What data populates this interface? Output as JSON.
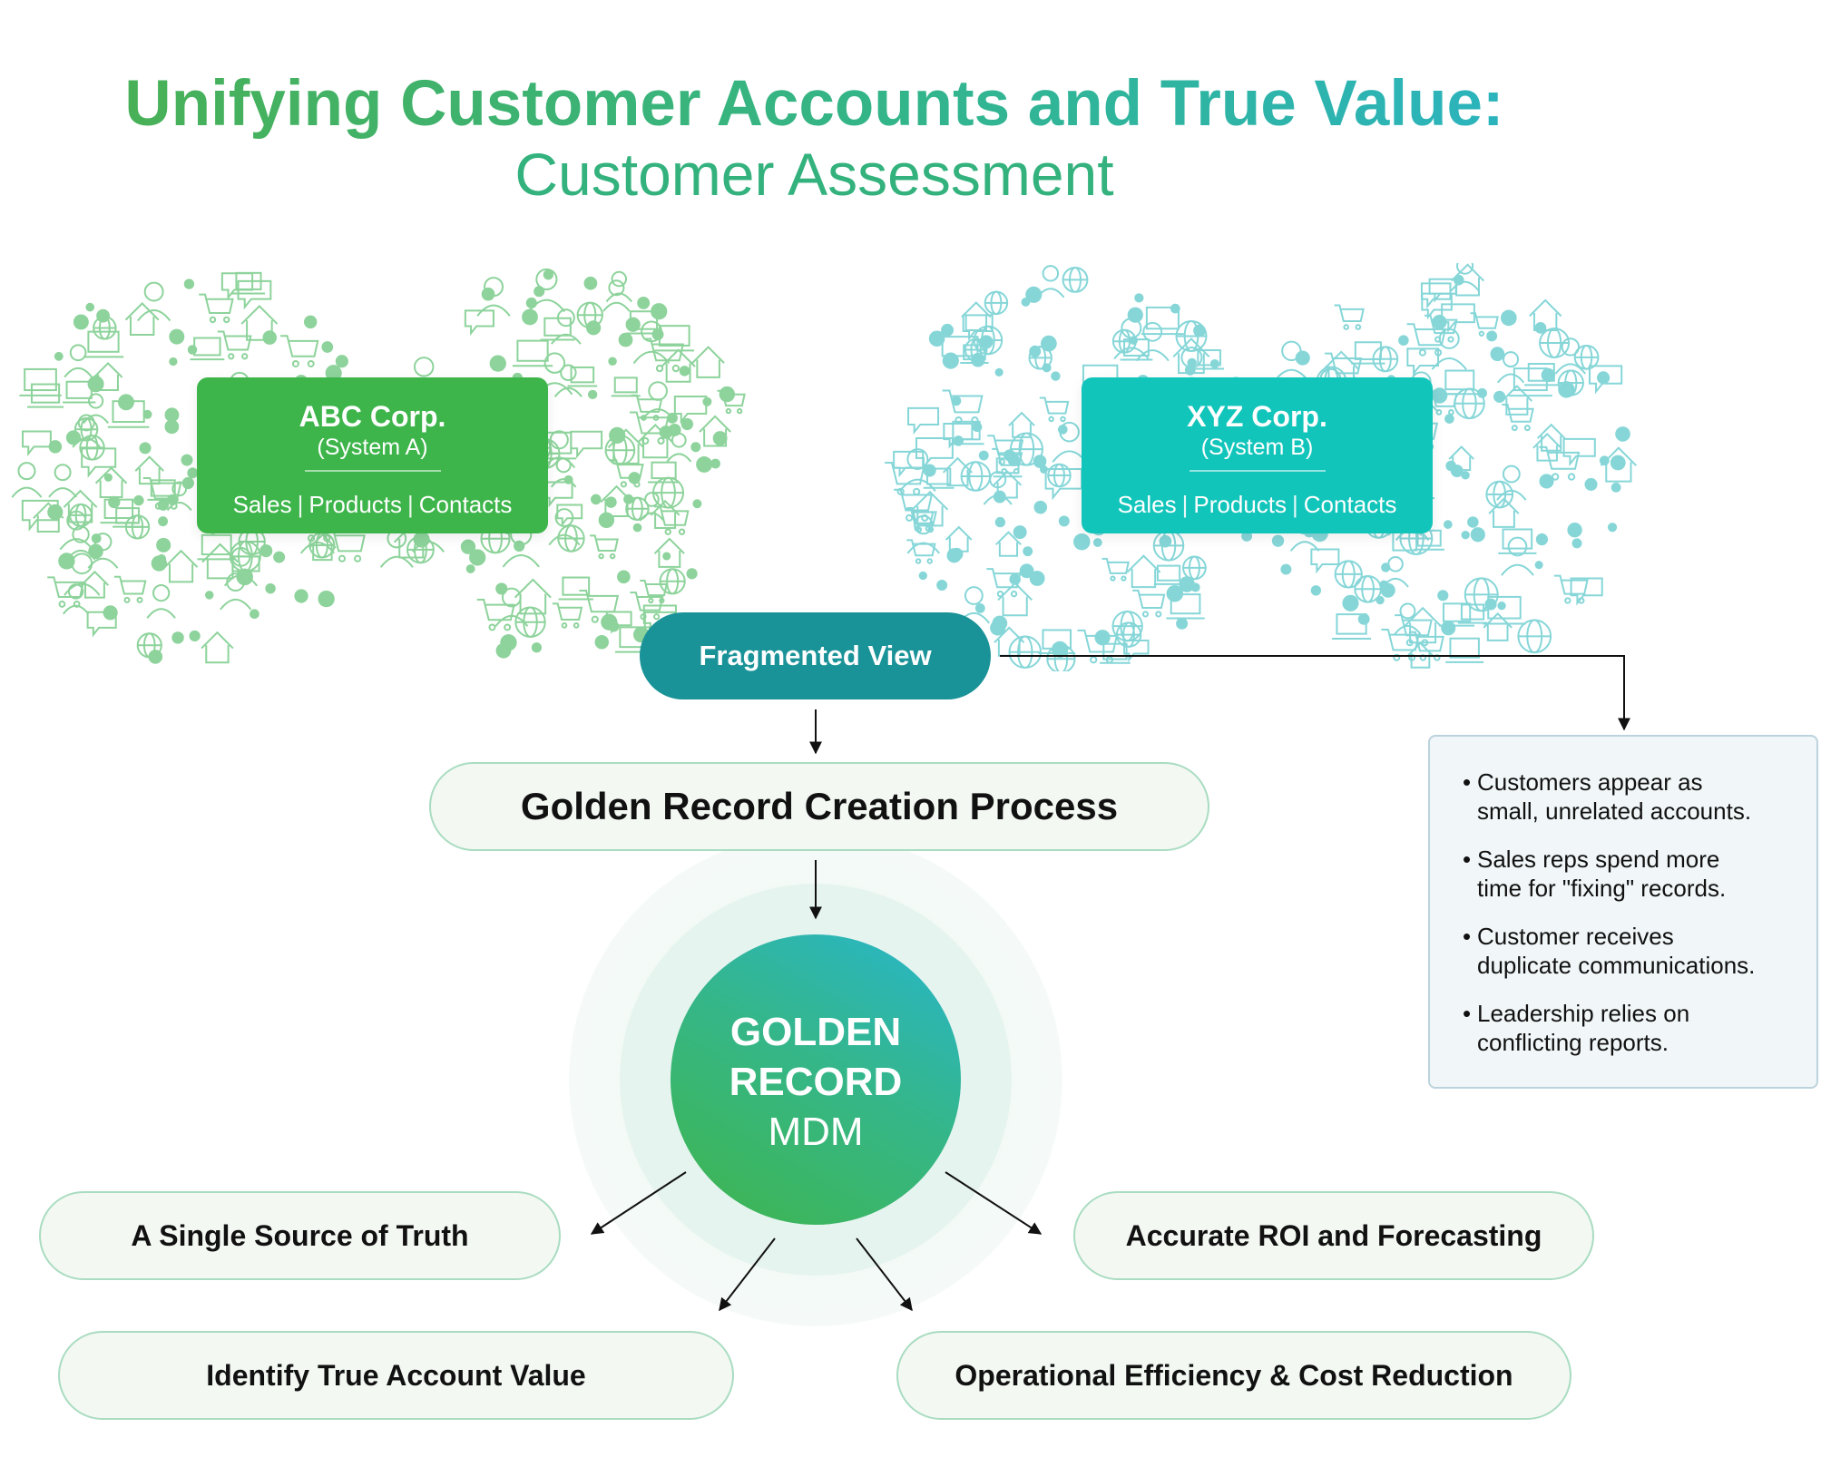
{
  "title": {
    "line1": "Unifying Customer Accounts and True Value:",
    "line2": "Customer Assessment"
  },
  "systems": [
    {
      "name": "ABC Corp.",
      "system": "(System A)",
      "items": [
        "Sales",
        "Products",
        "Contacts"
      ],
      "color": "#3db54a",
      "cloud_color": "#8dd39b"
    },
    {
      "name": "XYZ Corp.",
      "system": "(System B)",
      "items": [
        "Sales",
        "Products",
        "Contacts"
      ],
      "color": "#12c5bb",
      "cloud_color": "#86d6d8"
    }
  ],
  "fragmented_view": "Fragmented View",
  "process": "Golden Record Creation Process",
  "core": {
    "line1": "GOLDEN",
    "line2": "RECORD",
    "line3": "MDM"
  },
  "benefits": {
    "truth": "A Single Source of Truth",
    "roi": "Accurate ROI and Forecasting",
    "value": "Identify True Account Value",
    "ops": "Operational Efficiency & Cost Reduction"
  },
  "issues": [
    {
      "line1": "Customers appear as",
      "line2": "small, unrelated accounts."
    },
    {
      "line1": "Sales reps spend more",
      "line2": "time for \"fixing\" records."
    },
    {
      "line1": "Customer receives",
      "line2": "duplicate communications."
    },
    {
      "line1": "Leadership relies on",
      "line2": "conflicting reports."
    }
  ],
  "colors": {
    "accent_teal": "#1a9398",
    "pill_border": "#a9dcc0"
  }
}
